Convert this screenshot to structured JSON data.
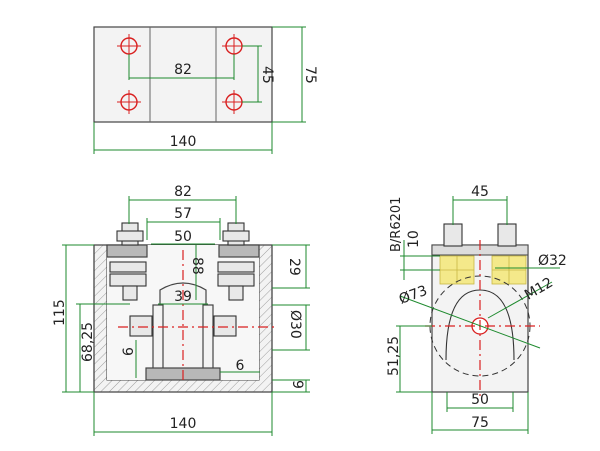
{
  "top_view": {
    "dim_82": "82",
    "dim_45": "45",
    "dim_75": "75",
    "dim_140": "140"
  },
  "front_view": {
    "dim_82": "82",
    "dim_57": "57",
    "dim_50": "50",
    "dim_88": "88",
    "dim_39": "39",
    "dim_29": "29",
    "dim_115": "115",
    "dim_68_25": "68,25",
    "dim_6_left": "6",
    "dim_6_right": "6",
    "dim_d30": "Ø30",
    "dim_9": "9",
    "dim_140": "140"
  },
  "side_view": {
    "dim_45": "45",
    "bearing": "B/R6201",
    "dim_10": "10",
    "dim_d32": "Ø32",
    "dim_m12": "M12",
    "dim_d73": "Ø73",
    "dim_51_25": "51,25",
    "dim_50": "50",
    "dim_75": "75"
  },
  "colors": {
    "dimension": "#1e8a2e",
    "hole": "#d92020",
    "bearing_fill": "#f4e98a"
  }
}
